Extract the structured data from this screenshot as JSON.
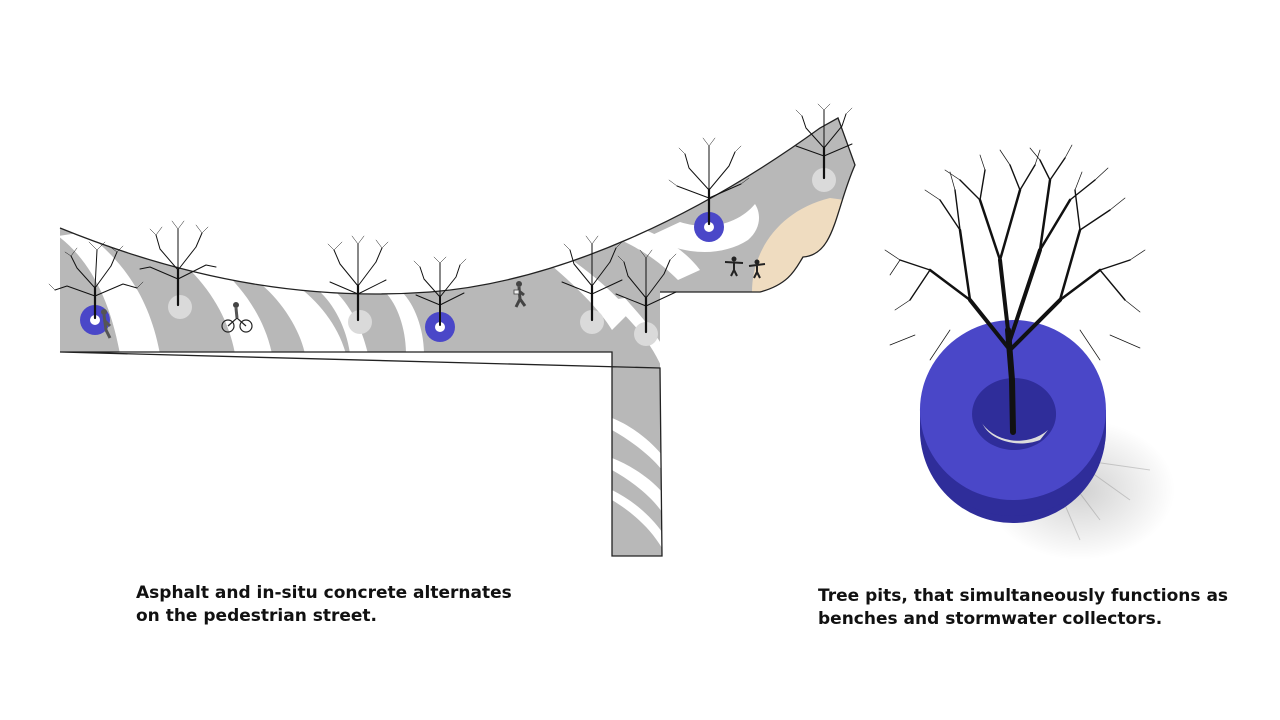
{
  "captions": {
    "left": {
      "line1": "Asphalt and in-situ concrete alternates",
      "line2": "on the pedestrian street."
    },
    "right": {
      "line1": "Tree pits, that simultaneously functions as",
      "line2": "benches and stormwater collectors."
    }
  },
  "colors": {
    "asphalt": "#b8b8b8",
    "concrete": "#ffffff",
    "sand": "#efdcc0",
    "tree_pit_bench": "#4a47c8",
    "tree_pit_bench_dark": "#2f2d9a",
    "tree_pit_plain": "#dadada",
    "outline": "#222222"
  },
  "icons": {
    "tree": "bare-tree-icon",
    "bench": "tree-pit-bench-icon",
    "person": "person-icon",
    "cyclist": "cyclist-icon"
  }
}
